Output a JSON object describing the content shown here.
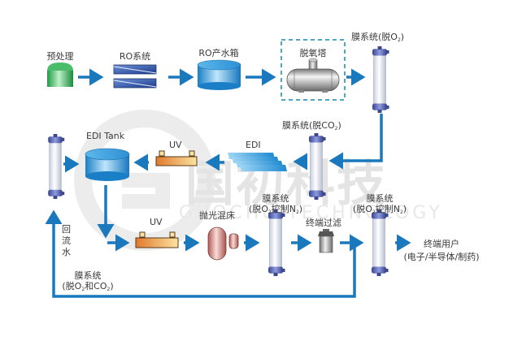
{
  "title": "Ultrapure water process flow diagram",
  "colors": {
    "flow_line": "#1a78bd",
    "label_text": "#3a3a3a",
    "watermark": "#e3e3e3",
    "dashed_box": "#4fa7c7"
  },
  "watermark": {
    "text_cn": "国初科技",
    "text_en": "GUOCHU TECHNOLOGY"
  },
  "nodes": {
    "pretreatment": {
      "label": "预处理",
      "icon": "green-tank-icon"
    },
    "ro_system": {
      "label": "RO系统",
      "icon": "ro-membrane-icon"
    },
    "ro_tank": {
      "label": "RO产水箱",
      "icon": "blue-tank-icon"
    },
    "deaerator": {
      "label": "脱氧塔",
      "icon": "horizontal-vessel-icon"
    },
    "membrane_o2": {
      "label_main": "膜系统(脱O",
      "label_sub": "2",
      "label_end": ")",
      "icon": "membrane-cartridge-icon"
    },
    "membrane_co2": {
      "label_main": "膜系统(脱CO",
      "label_sub": "2",
      "label_end": ")",
      "icon": "membrane-cartridge-icon"
    },
    "edi": {
      "label": "EDI",
      "icon": "edi-stack-icon"
    },
    "uv_1": {
      "label": "UV",
      "icon": "uv-lamp-icon"
    },
    "edi_tank": {
      "label": "EDI Tank",
      "icon": "blue-tank-icon"
    },
    "membrane_return": {
      "line1": "膜系统",
      "line2_a": "(脱O",
      "line2_sub1": "2",
      "line2_b": "和CO",
      "line2_sub2": "2",
      "line2_c": ")",
      "icon": "membrane-cartridge-icon"
    },
    "return_water": {
      "label": "回流水",
      "chars": [
        "回",
        "流",
        "水"
      ]
    },
    "uv_2": {
      "label": "UV",
      "icon": "uv-lamp-icon"
    },
    "polishing_mixed_bed": {
      "label": "抛光混床",
      "icon": "mixed-bed-vessel-icon"
    },
    "membrane_n2_a": {
      "line1": "膜系统",
      "line2_a": "(脱O",
      "line2_sub1": "2",
      "line2_b": "控制N",
      "line2_sub2": "2",
      "line2_c": ")",
      "icon": "membrane-cartridge-icon"
    },
    "final_filter": {
      "label": "终端过滤",
      "icon": "filter-housing-icon"
    },
    "membrane_n2_b": {
      "line1": "膜系统",
      "line2_a": "(脱O",
      "line2_sub1": "2",
      "line2_b": "控制N",
      "line2_sub2": "2",
      "line2_c": ")",
      "icon": "membrane-cartridge-icon"
    },
    "end_user": {
      "line1": "终端用户",
      "line2": "(电子/半导体/制药)"
    }
  },
  "flow": [
    [
      "pretreatment",
      "ro_system"
    ],
    [
      "ro_system",
      "ro_tank"
    ],
    [
      "ro_tank",
      "deaerator"
    ],
    [
      "deaerator",
      "membrane_o2"
    ],
    [
      "membrane_o2",
      "membrane_co2"
    ],
    [
      "membrane_co2",
      "edi"
    ],
    [
      "edi",
      "uv_1"
    ],
    [
      "uv_1",
      "edi_tank"
    ],
    [
      "membrane_return",
      "edi_tank"
    ],
    [
      "edi_tank",
      "uv_2"
    ],
    [
      "uv_2",
      "polishing_mixed_bed"
    ],
    [
      "polishing_mixed_bed",
      "membrane_n2_a"
    ],
    [
      "membrane_n2_a",
      "final_filter"
    ],
    [
      "final_filter",
      "membrane_n2_b"
    ],
    [
      "membrane_n2_b",
      "end_user"
    ],
    [
      "final_filter",
      "membrane_return"
    ]
  ]
}
